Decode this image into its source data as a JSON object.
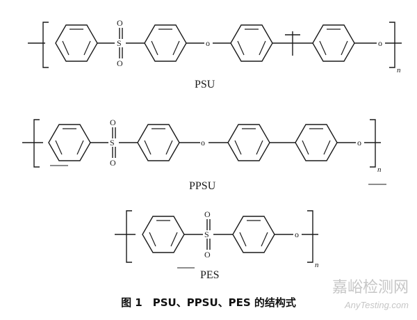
{
  "structures": {
    "psu": {
      "label": "PSU",
      "subscript": "n",
      "sulfur": "S",
      "oxygen": "O",
      "ether": "o"
    },
    "ppsu": {
      "label": "PPSU",
      "subscript": "n",
      "sulfur": "S",
      "oxygen": "O",
      "ether": "o"
    },
    "pes": {
      "label": "PES",
      "subscript": "n",
      "sulfur": "S",
      "oxygen": "O",
      "ether": "o"
    }
  },
  "caption": "图 1　PSU、PPSU、PES 的结构式",
  "watermark": {
    "line1": "嘉峪检测网",
    "line2": "AnyTesting.com"
  }
}
